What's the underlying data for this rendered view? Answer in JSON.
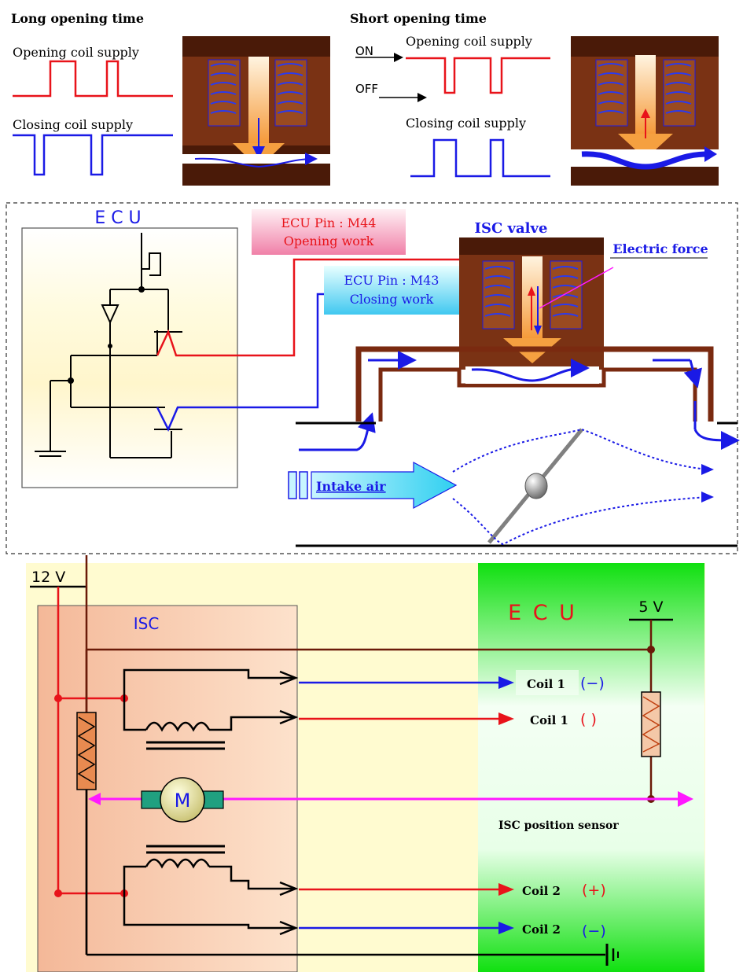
{
  "top": {
    "long_title": "Long opening time",
    "short_title": "Short opening time",
    "opening_supply": "Opening coil supply",
    "closing_supply": "Closing coil supply",
    "on_label": "ON",
    "off_label": "OFF"
  },
  "middle": {
    "ecu_label": "E C U",
    "pin_m44": "ECU Pin : M44",
    "opening_work": "Opening work",
    "pin_m43": "ECU Pin : M43",
    "closing_work": "Closing work",
    "isc_valve": "ISC valve",
    "electric_force": "Electric force",
    "intake_air": "Intake air"
  },
  "bottom": {
    "v12": "12 V",
    "isc": "ISC",
    "ecu": "E C U",
    "v5": "5 V",
    "motor": "M",
    "coil1": "Coil 1",
    "coil2": "Coil 2",
    "minus": "(−)",
    "plus": "(+)",
    "plus_faint": "( )",
    "sensor": "ISC position sensor"
  },
  "colors": {
    "red": "#e8131a",
    "blue": "#1a1ae6",
    "brown": "#8b2a12",
    "magenta": "#ff19ff",
    "green": "#20e020",
    "yellow": "#fffbd0",
    "isc_bg": "#f6c8a8"
  }
}
